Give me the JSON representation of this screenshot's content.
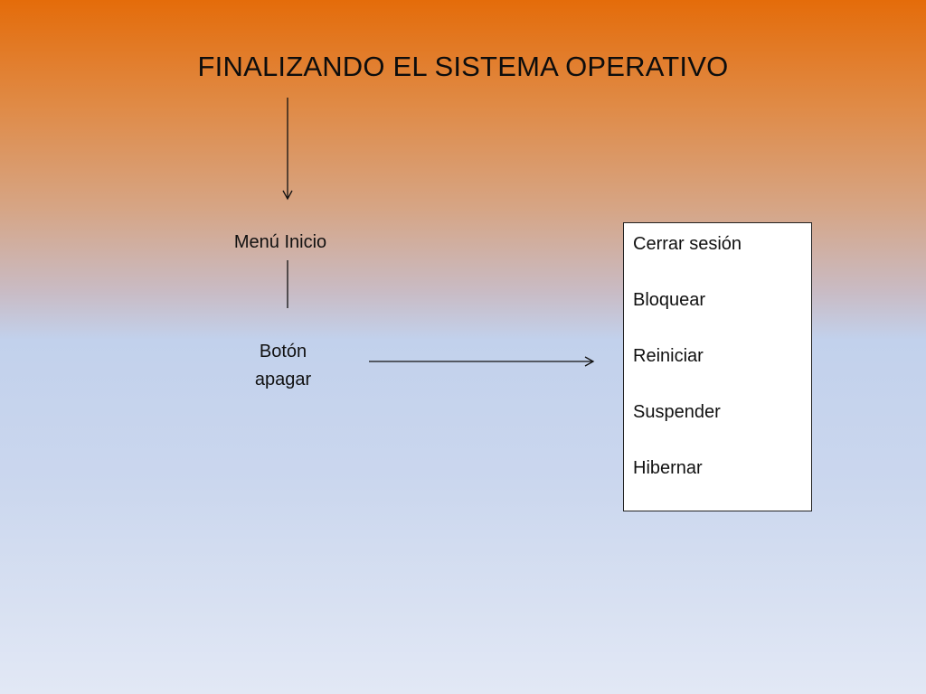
{
  "title": "FINALIZANDO EL SISTEMA OPERATIVO",
  "nodes": {
    "menu_inicio": "Menú Inicio",
    "boton_apagar_line1": "Botón",
    "boton_apagar_line2": "apagar"
  },
  "options": [
    "Cerrar sesión",
    "Bloquear",
    "Reiniciar",
    "Suspender",
    "Hibernar"
  ],
  "colors": {
    "gradient_top": "#e46c0a",
    "gradient_middle": "#c2d1ec",
    "gradient_bottom": "#e2e8f5",
    "box_background": "#ffffff",
    "line": "#111111"
  }
}
